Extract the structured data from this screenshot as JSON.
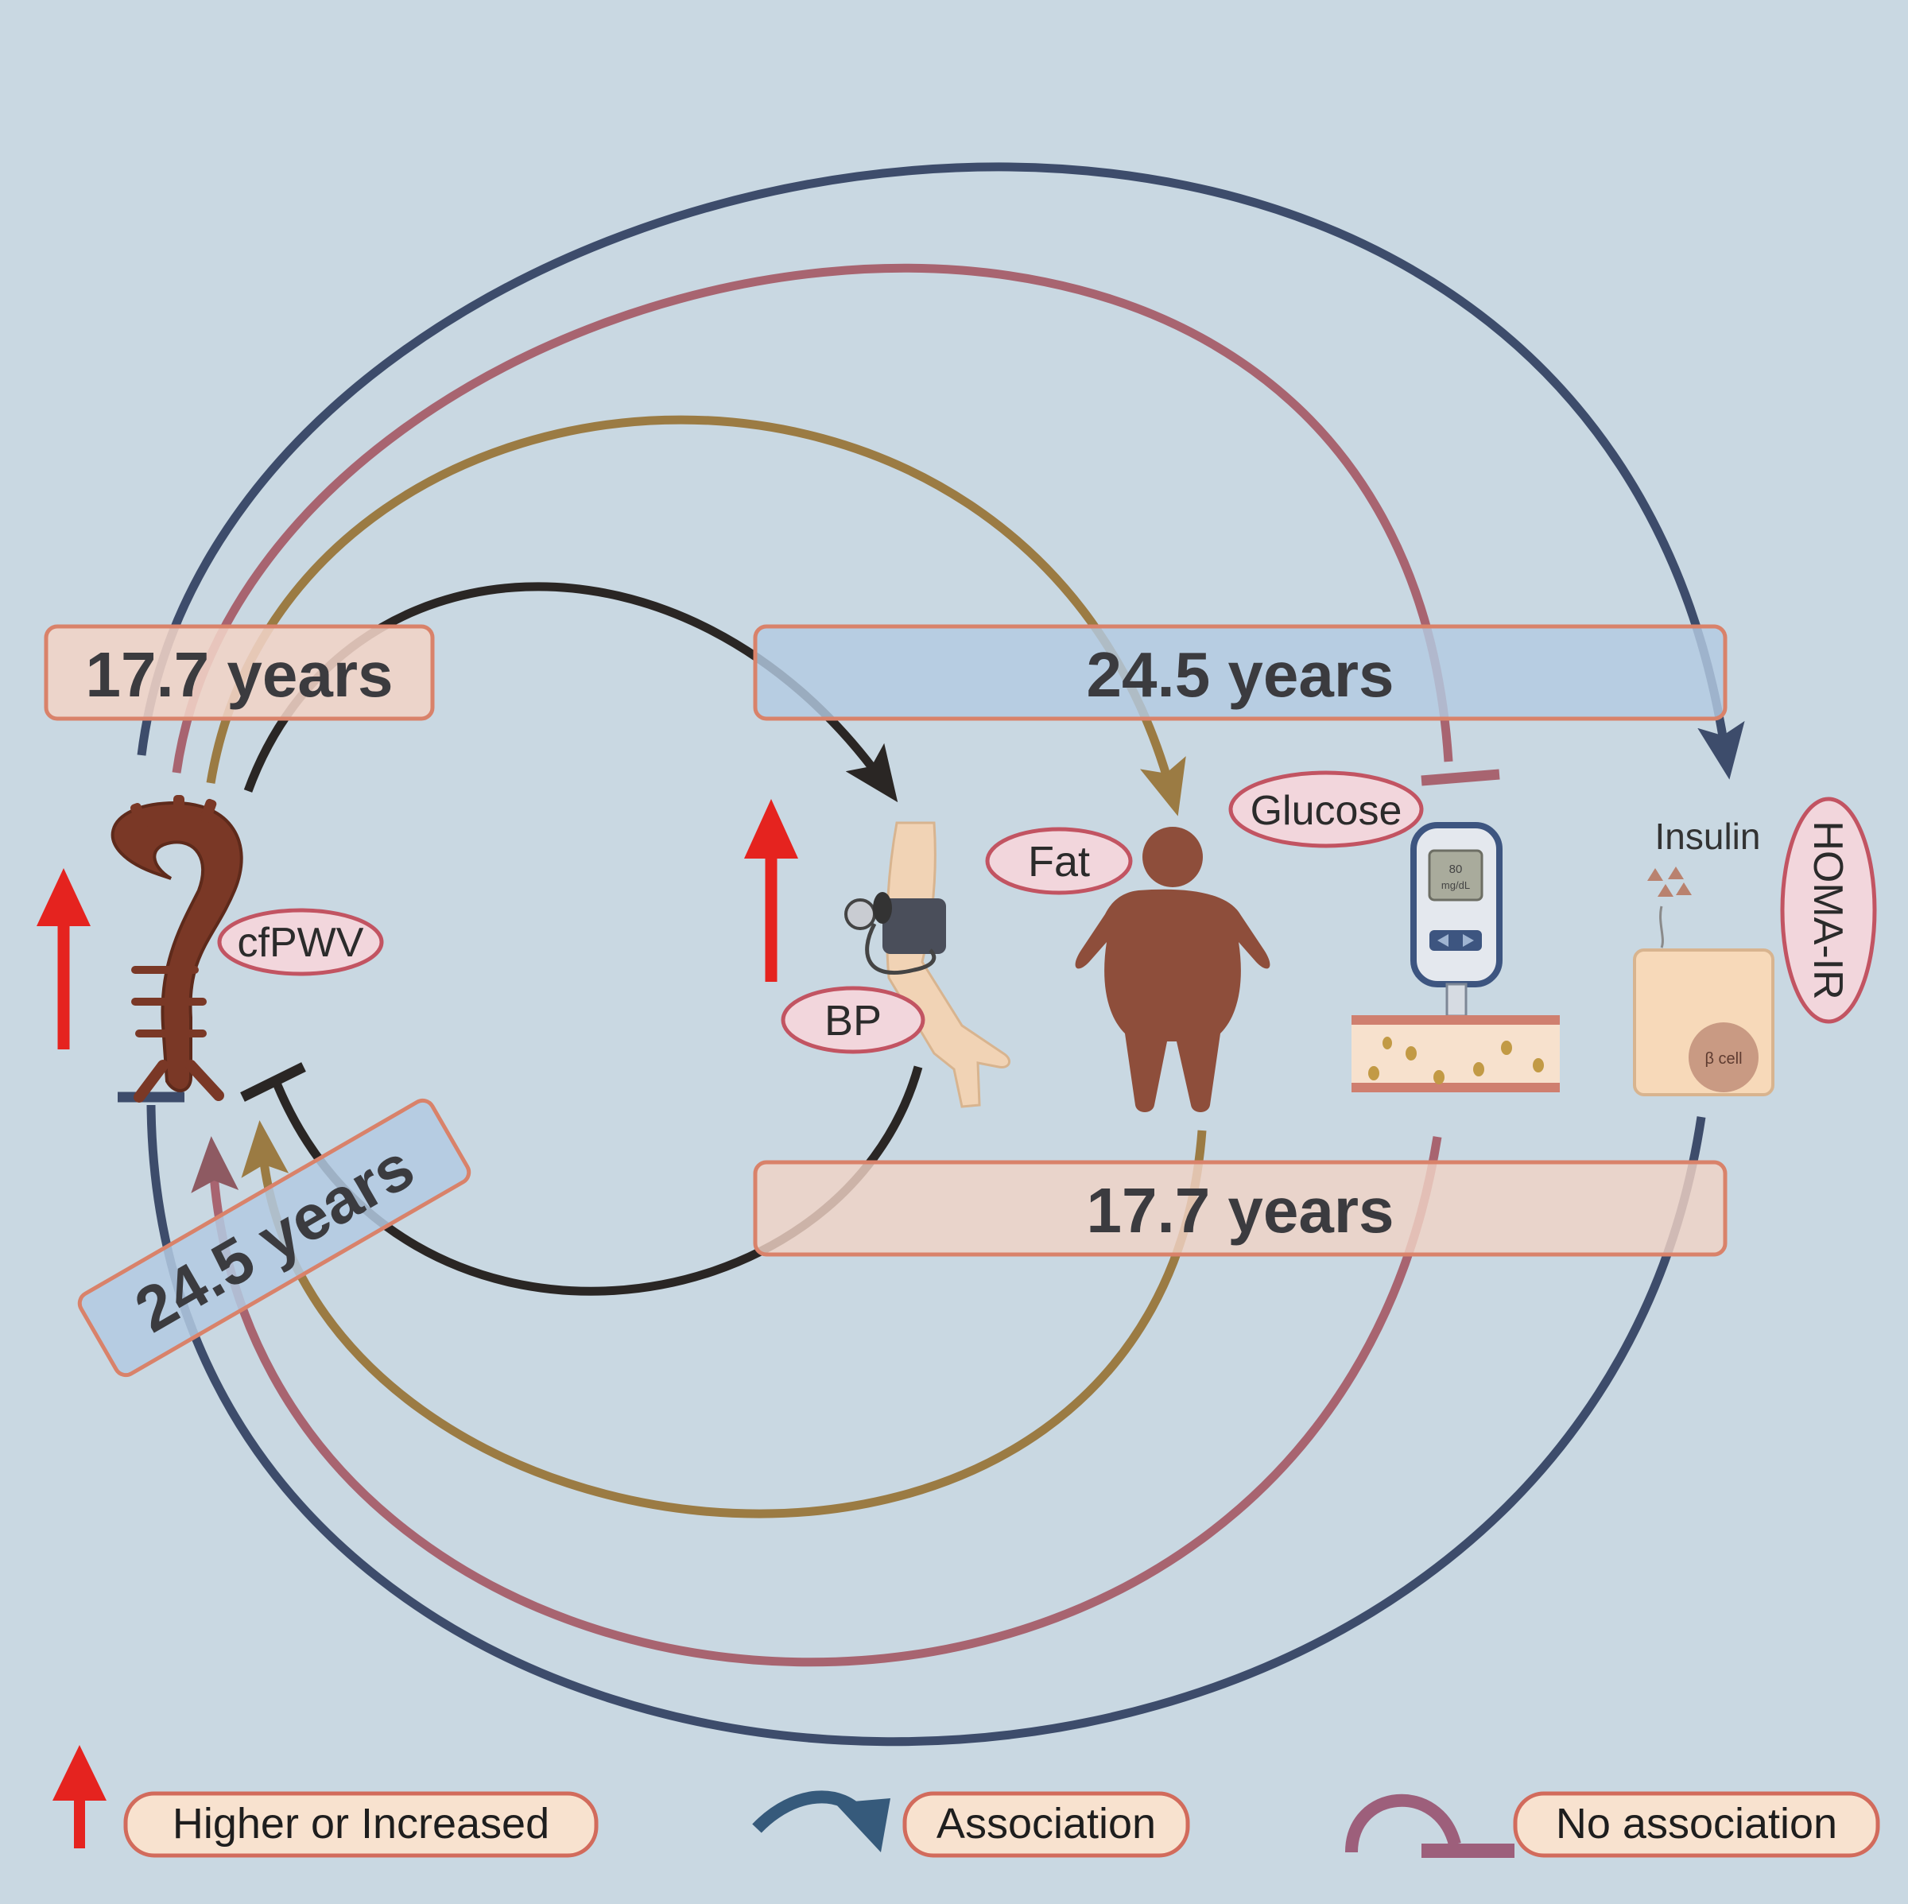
{
  "period_labels": {
    "top_left": "17.7 years",
    "top_right": "24.5 years",
    "bottom_right": "17.7 years",
    "bottom_left": "24.5 years"
  },
  "nodes": {
    "aorta": "cfPWV",
    "bp": "BP",
    "fat": "Fat",
    "glucose": "Glucose",
    "insulin_caption": "Insulin",
    "homa": "HOMA-IR",
    "meter_reading_1": "80",
    "meter_reading_2": "mg/dL",
    "beta_cell": "β cell"
  },
  "legend": {
    "increase": "Higher or Increased",
    "association": "Association",
    "no_association": "No association"
  },
  "colors": {
    "background": "#c9d8e2",
    "navy": "#3d4c6b",
    "rose": "#a86470",
    "gold": "#9b7b43",
    "black": "#2a2624",
    "red_arrow": "#e5231f",
    "body_brown": "#8e4e3b",
    "aorta": "#7a3826",
    "pill_fill": "#f2d6dc",
    "pill_stroke": "#c25462",
    "peach_fill": "#f0d3c6",
    "peach_stroke": "#d9826a",
    "blue_box_fill": "#b3cae2",
    "legend_fill": "#f8e2cf",
    "legend_stroke": "#d26b5c",
    "legend_assoc": "#365a7b",
    "legend_noassoc": "#9d5f7b"
  }
}
